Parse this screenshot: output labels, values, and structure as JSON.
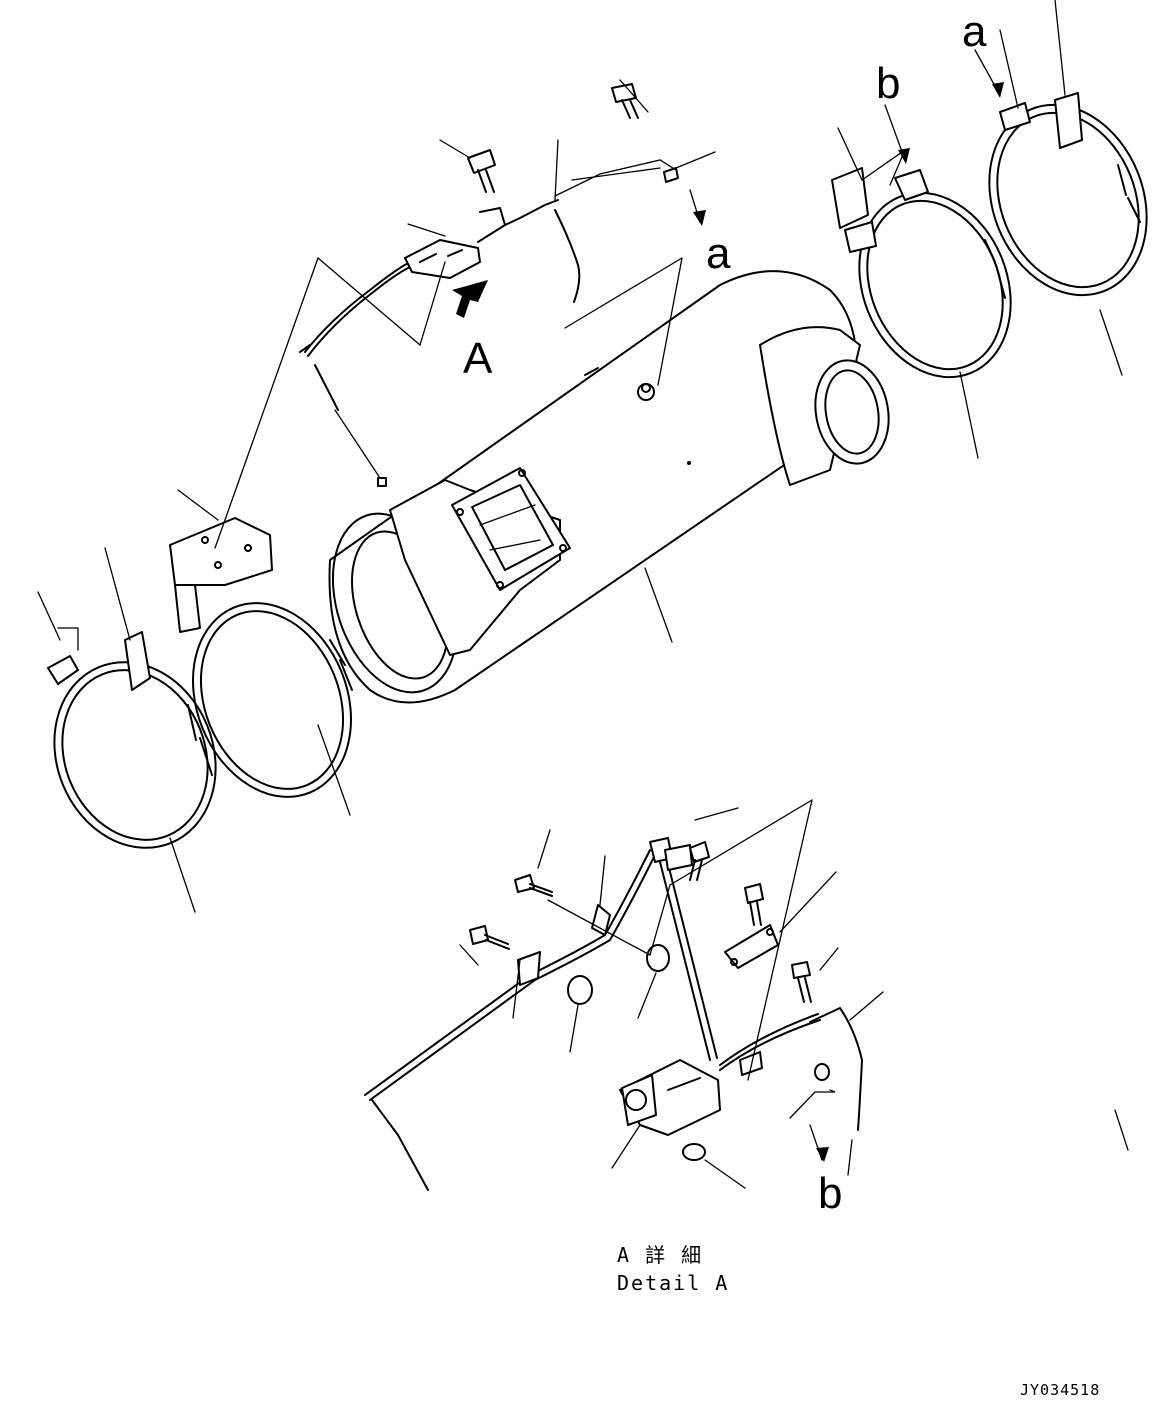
{
  "labels": {
    "view_a": "A",
    "ref_a_top": "a",
    "ref_a_mid": "a",
    "ref_b_top": "b",
    "ref_b_bottom": "b"
  },
  "detail_caption": {
    "line1": "A 詳 細",
    "line2": "Detail A"
  },
  "drawing_number": "JY034518"
}
